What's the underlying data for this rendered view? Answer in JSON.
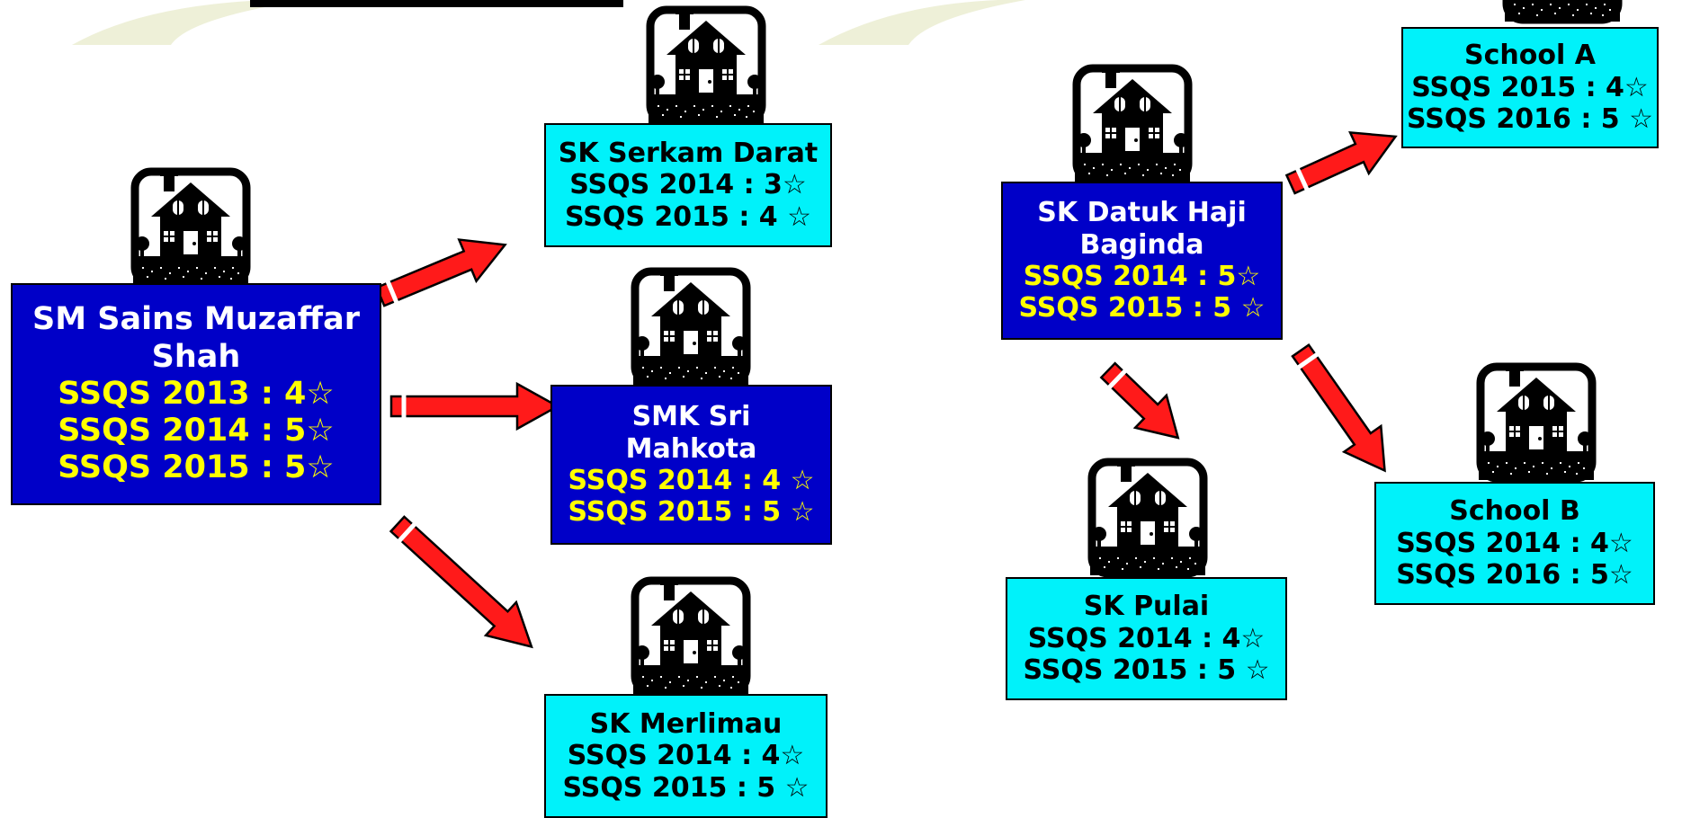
{
  "colors": {
    "cyan_box": "#00f2fa",
    "blue_box": "#0000c8",
    "blue_box_name_text": "#ffffff",
    "blue_box_rating_text": "#ffff00",
    "arrow_fill": "#ff1a1a",
    "icon": "#000000"
  },
  "icon": "school-house-icon",
  "star_glyph": "☆",
  "schools": {
    "sm_sains": {
      "name": "SM Sains Muzaffar Shah",
      "ratings": [
        "SSQS 2013 : 4",
        "SSQS 2014 : 5",
        "SSQS 2015 : 5"
      ]
    },
    "sk_serkam": {
      "name": "SK Serkam Darat",
      "ratings": [
        "SSQS 2014 : 3",
        "SSQS 2015 : 4 "
      ]
    },
    "smk_sri": {
      "name": "SMK Sri Mahkota",
      "ratings": [
        "SSQS 2014 : 4 ",
        "SSQS 2015 : 5 "
      ]
    },
    "sk_merlimau": {
      "name": "SK Merlimau",
      "ratings": [
        "SSQS 2014 : 4",
        "SSQS 2015 : 5 "
      ]
    },
    "sk_datuk": {
      "name": "SK Datuk Haji Baginda",
      "ratings": [
        "SSQS 2014 : 5",
        "SSQS 2015 : 5 "
      ]
    },
    "school_a": {
      "name": "School A",
      "ratings": [
        "SSQS 2015 : 4",
        "SSQS 2016 : 5 "
      ]
    },
    "school_b": {
      "name": "School B",
      "ratings": [
        "SSQS 2014 : 4",
        "SSQS 2016 : 5"
      ]
    },
    "sk_pulai": {
      "name": "SK Pulai",
      "ratings": [
        "SSQS 2014 : 4",
        "SSQS 2015 : 5 "
      ]
    }
  }
}
